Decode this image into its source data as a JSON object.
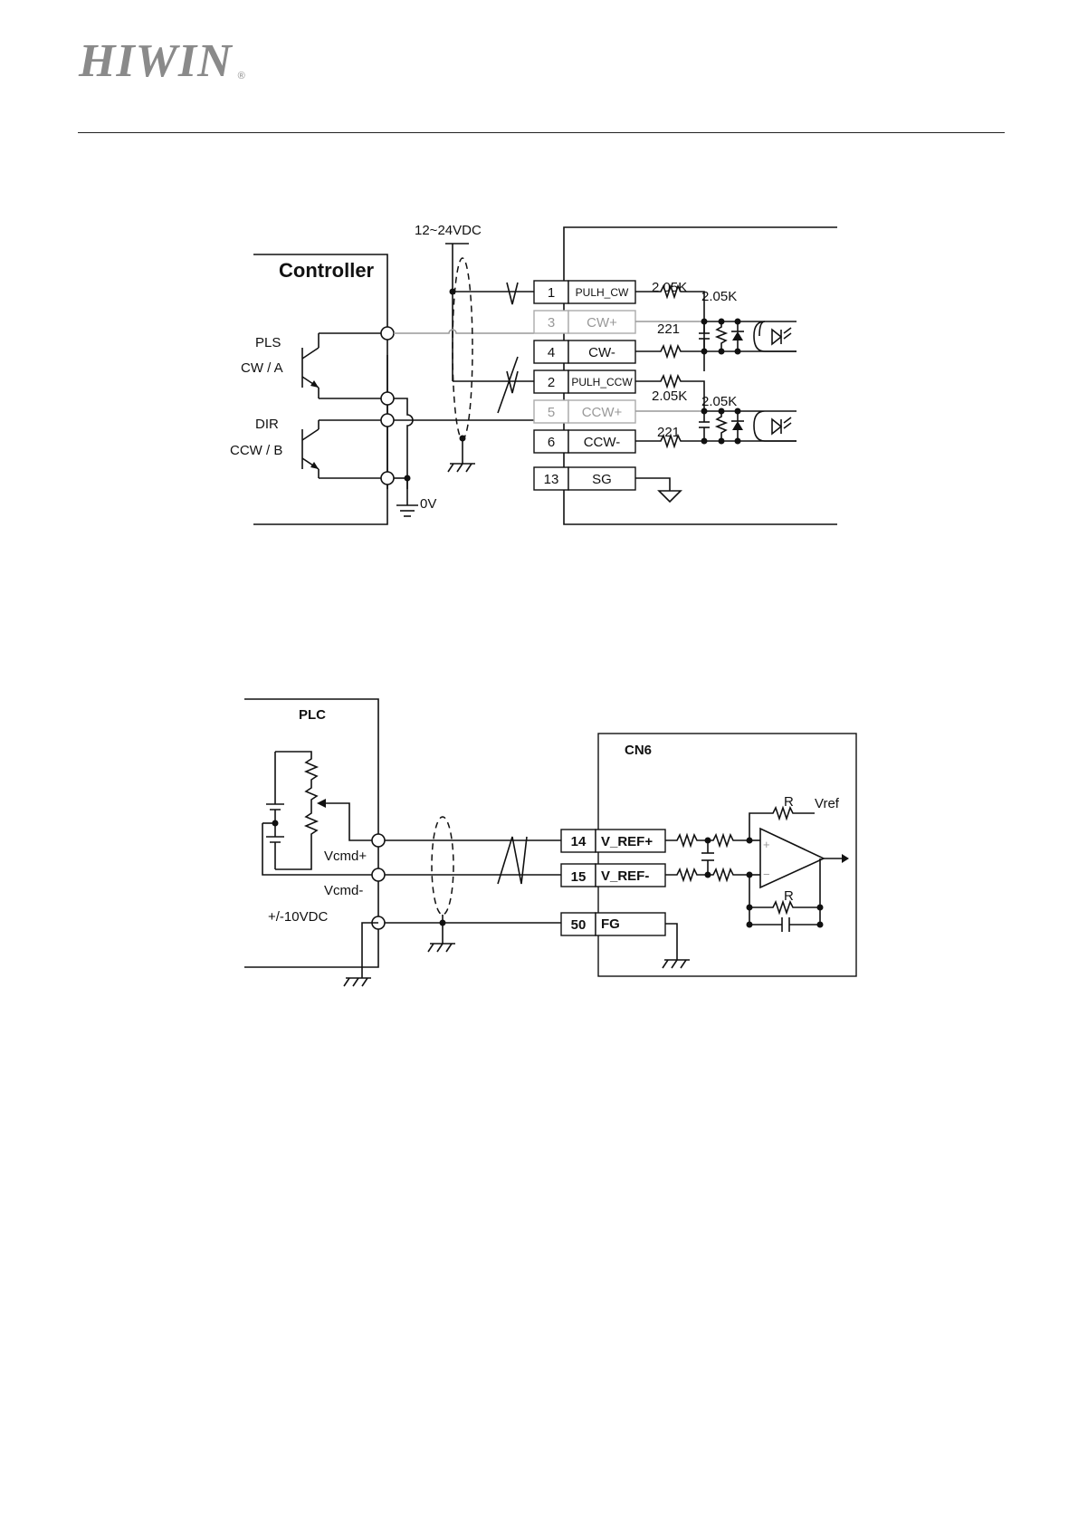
{
  "header": {
    "logo_text": "HIWIN",
    "logo_mark": "®"
  },
  "diagram1": {
    "supply_label": "12~24VDC",
    "controller_label": "Controller",
    "pls_label": "PLS",
    "cw_a_label": "CW / A",
    "dir_label": "DIR",
    "ccw_b_label": "CCW / B",
    "zero_v_label": "0V",
    "pins": [
      {
        "num": "1",
        "name": "PULH_CW"
      },
      {
        "num": "3",
        "name": "CW+"
      },
      {
        "num": "4",
        "name": "CW-"
      },
      {
        "num": "2",
        "name": "PULH_CCW"
      },
      {
        "num": "5",
        "name": "CCW+"
      },
      {
        "num": "6",
        "name": "CCW-"
      },
      {
        "num": "13",
        "name": "SG"
      }
    ],
    "res_a1": "2.05K",
    "res_a2": "2.05K",
    "res_a3": "221",
    "res_b1": "2.05K",
    "res_b2": "2.05K",
    "res_b3": "221"
  },
  "diagram2": {
    "plc_label": "PLC",
    "cn6_label": "CN6",
    "vcmd_plus_label": "Vcmd+",
    "vcmd_minus_label": "Vcmd-",
    "supply_label": "+/-10VDC",
    "vref_label": "Vref",
    "r_top_label": "R",
    "r_bottom_label": "R",
    "plus_sign": "+",
    "minus_sign": "−",
    "pins": [
      {
        "num": "14",
        "name": "V_REF+"
      },
      {
        "num": "15",
        "name": "V_REF-"
      },
      {
        "num": "50",
        "name": "FG"
      }
    ]
  }
}
